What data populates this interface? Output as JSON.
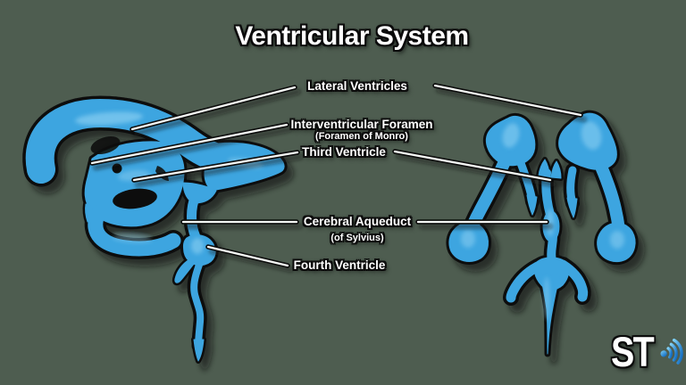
{
  "title": "Ventricular System",
  "colors": {
    "background": "#4e5d50",
    "ventricle_blue": "#3da5e0",
    "highlight_blue": "#9ad8f5",
    "outline_black": "#0d0f0d",
    "leader_line_white": "#f4f6f4",
    "label_text": "#ffffff",
    "logo_blue": "#2b9de8"
  },
  "labels": {
    "lateral_ventricles": {
      "text": "Lateral Ventricles"
    },
    "interventricular_foramen": {
      "text": "Interventricular Foramen",
      "sub": "(Foramen of Monro)"
    },
    "third_ventricle": {
      "text": "Third Ventricle"
    },
    "cerebral_aqueduct": {
      "text": "Cerebral Aqueduct",
      "sub": "(of Sylvius)"
    },
    "fourth_ventricle": {
      "text": "Fourth Ventricle"
    }
  },
  "logo": {
    "text": "ST",
    "icon": "sound-waves-icon"
  }
}
